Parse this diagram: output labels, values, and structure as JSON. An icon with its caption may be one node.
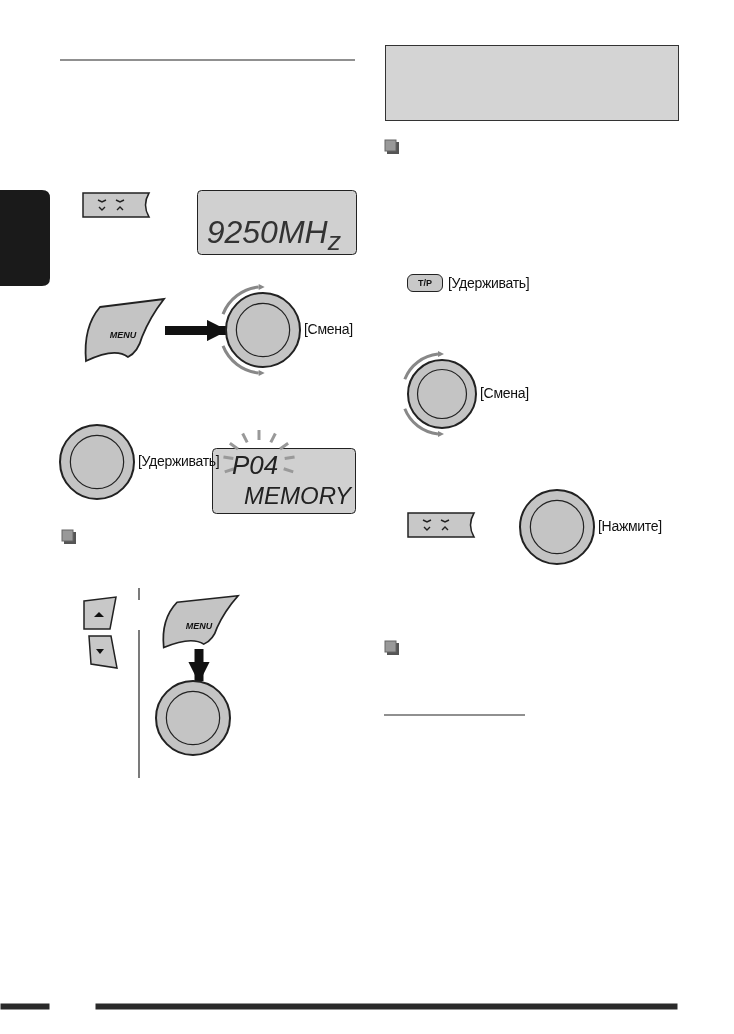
{
  "diagram": {
    "nodes": [
      {
        "text": [],
        "shape": "box"
      },
      {
        "text": [
          "MENU"
        ]
      },
      {
        "text": [],
        "shape": "circle",
        "beside": [
          "[Смена]"
        ]
      },
      {
        "text": [],
        "shape": "circle",
        "beside": [
          "[Удерживать]"
        ]
      },
      {
        "text": [
          "MENU"
        ]
      },
      {
        "text": [],
        "shape": "circle"
      },
      {
        "text": [],
        "shape": "circle",
        "beside": [
          "[Смена]"
        ]
      },
      {
        "text": [],
        "shape": "circle",
        "beside": [
          "[Нажмите]"
        ]
      }
    ],
    "edges": [
      {
        "from": 1,
        "to": 2,
        "arrow": "to"
      },
      {
        "from": 4,
        "to": 5,
        "arrow": "to"
      }
    ],
    "labels": [
      "9250MH$_{z}$",
      "P04",
      "MEMORY",
      "T/P",
      "[Удерживать]"
    ]
  }
}
